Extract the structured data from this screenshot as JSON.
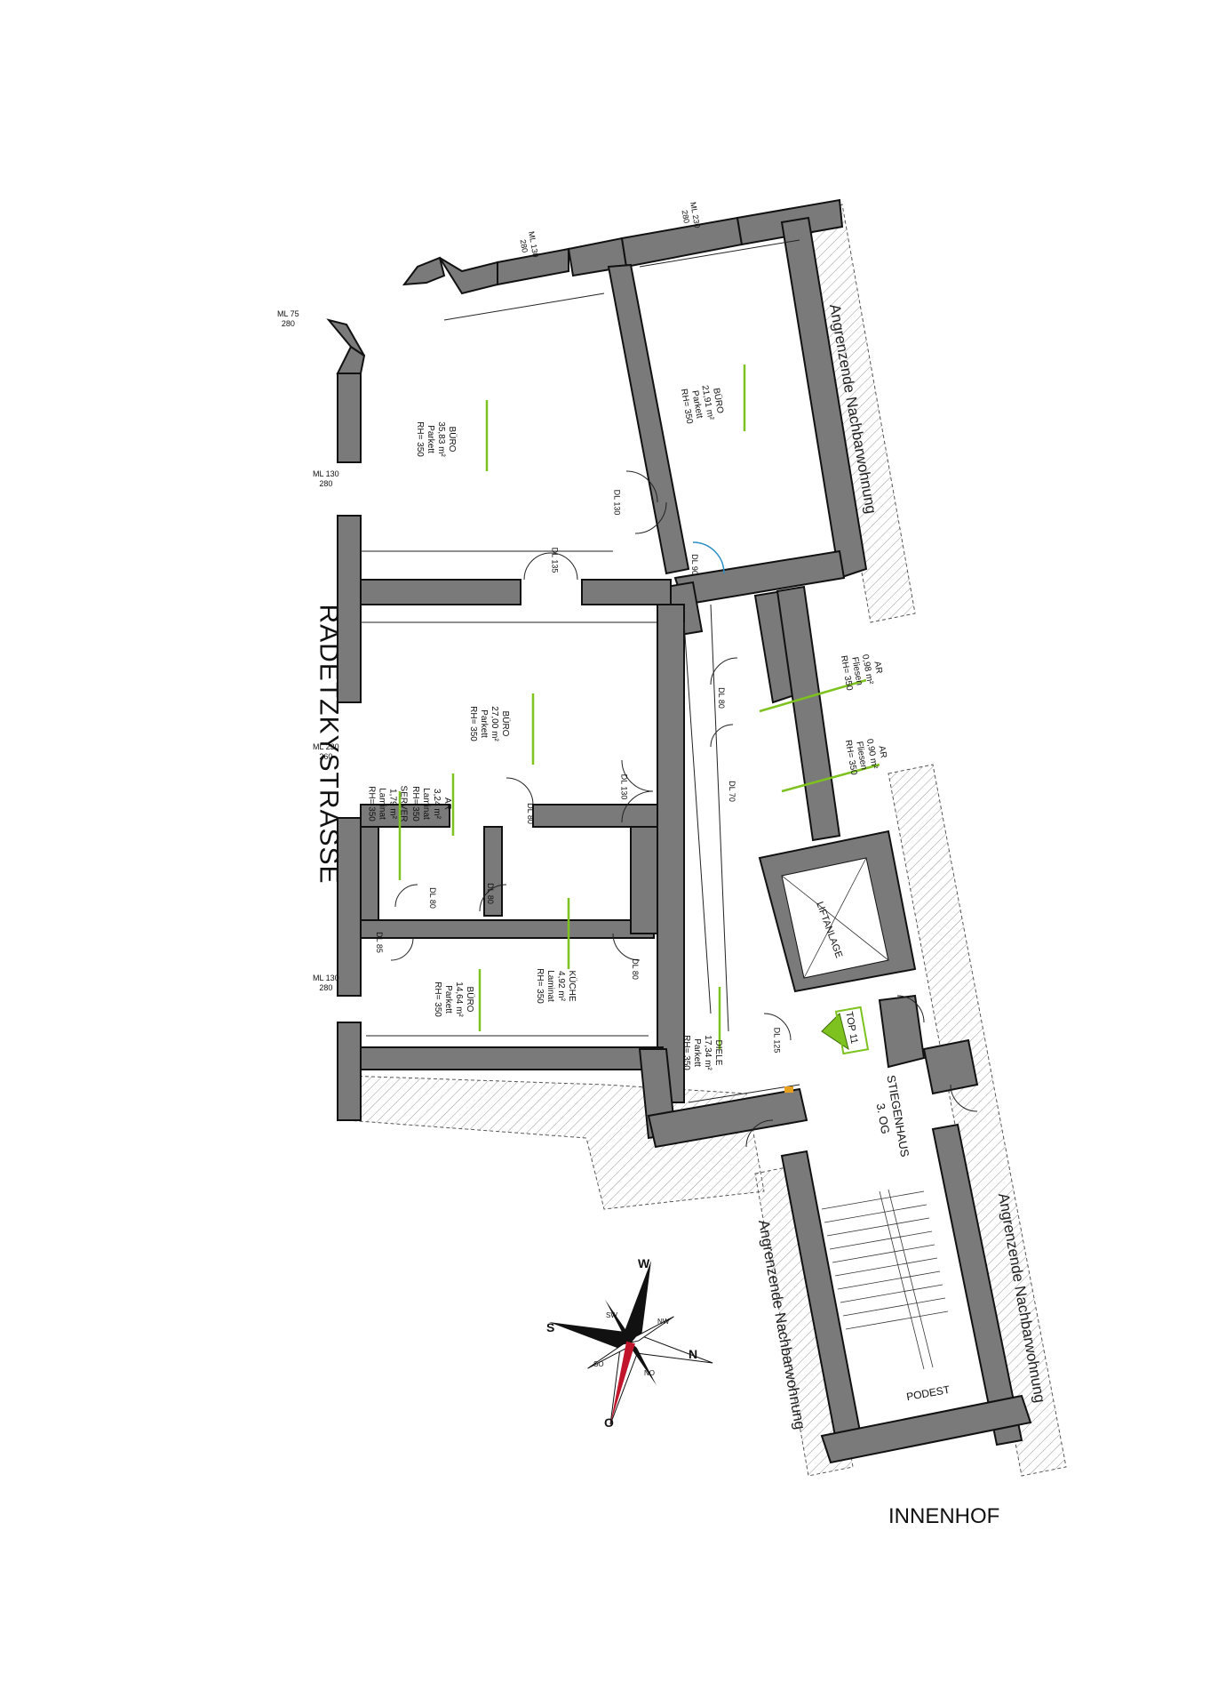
{
  "street": "RADETZKYSTRASSE",
  "courtyard": "INNENHOF",
  "neighbors": [
    "Angrenzende Nachbarwohnung",
    "Angrenzende Nachbarwohnung",
    "Angrenzende Nachbarwohnung"
  ],
  "rooms": [
    {
      "name": "BÜRO",
      "area": "35,83 m²",
      "floor": "Parkett",
      "height": "RH= 350"
    },
    {
      "name": "BÜRO",
      "area": "21,91 m²",
      "floor": "Parkett",
      "height": "RH= 350"
    },
    {
      "name": "BÜRO",
      "area": "27,00 m²",
      "floor": "Parkett",
      "height": "RH= 350"
    },
    {
      "name": "AR",
      "area": "3,24 m²",
      "floor": "Laminat",
      "height": "RH= 350"
    },
    {
      "name": "SERVER",
      "area": "1,79 m²",
      "floor": "Laminat",
      "height": "RH= 350"
    },
    {
      "name": "BÜRO",
      "area": "14,64 m²",
      "floor": "Parkett",
      "height": "RH= 350"
    },
    {
      "name": "KÜCHE",
      "area": "4,92 m²",
      "floor": "Laminat",
      "height": "RH= 350"
    },
    {
      "name": "DIELE",
      "area": "17,34 m²",
      "floor": "Parkett",
      "height": "RH= 350"
    },
    {
      "name": "AR",
      "area": "0,98 m²",
      "floor": "Fliesen",
      "height": "RH= 350"
    },
    {
      "name": "AR",
      "area": "0,90 m²",
      "floor": "Fliesen",
      "height": "RH= 350"
    }
  ],
  "labels": {
    "lift": "LIFTANLAGE",
    "stair": "STIEGENHAUS",
    "floor_level": "3. OG",
    "unit": "TOP 11",
    "landing": "PODEST"
  },
  "windows": [
    {
      "ml": "ML 130",
      "h": "280"
    },
    {
      "ml": "ML 230",
      "h": "260"
    },
    {
      "ml": "ML 130",
      "h": "280"
    },
    {
      "ml": "ML 75",
      "h": "280"
    },
    {
      "ml": "ML 130",
      "h": "280"
    },
    {
      "ml": "ML 230",
      "h": "280"
    }
  ],
  "doors": [
    "DL 130",
    "DL 135",
    "DL 90",
    "DL 80",
    "DL 80",
    "DL 80",
    "DL 80",
    "DL 130",
    "DL 70",
    "DL 125",
    "DL 80",
    "DL 85"
  ],
  "compass": {
    "n": "N",
    "s": "S",
    "o": "O",
    "w": "W",
    "nw": "NW",
    "no": "NO",
    "sw": "SW",
    "so": "SO"
  },
  "colors": {
    "wall": "#7a7a7a",
    "accent": "#7dc21e",
    "north": "#c0152a"
  }
}
